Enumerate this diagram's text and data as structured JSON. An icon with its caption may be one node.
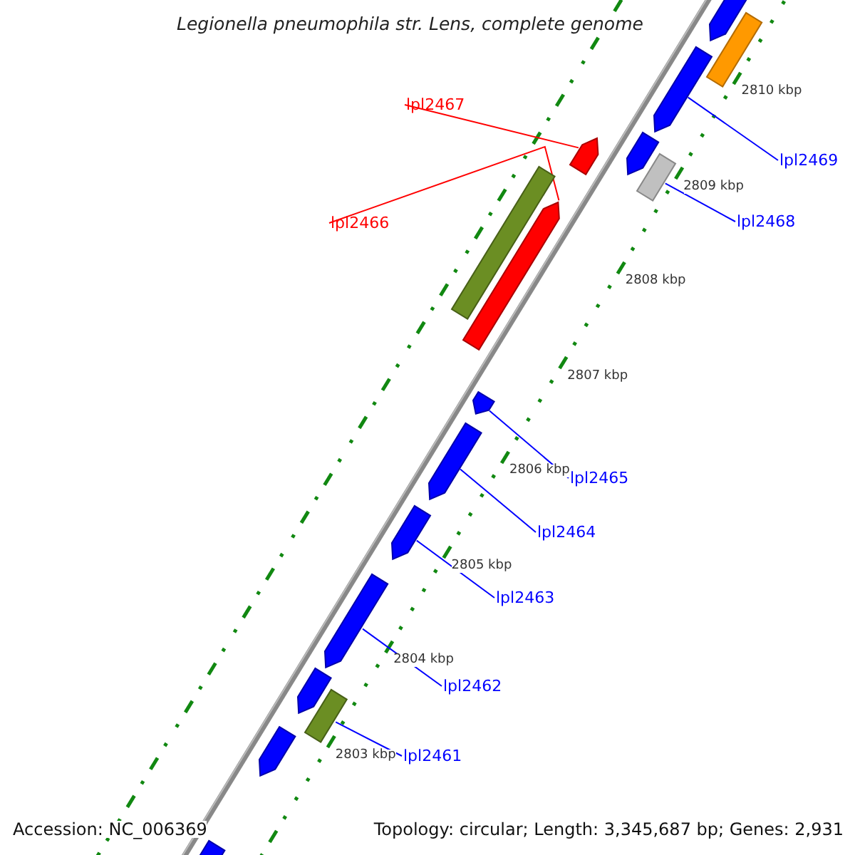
{
  "diagram": {
    "title": "Legionella pneumophila str. Lens, complete genome",
    "nodes": [
      {
        "text": [
          "lpl2467"
        ]
      },
      {
        "text": [
          "lpl2469"
        ]
      },
      {
        "text": [
          "lpl2468"
        ]
      },
      {
        "text": [
          "lpl2466"
        ]
      },
      {
        "text": [
          "lpl2465"
        ]
      },
      {
        "text": [
          "lpl2464"
        ]
      },
      {
        "text": [
          "lpl2463"
        ]
      },
      {
        "text": [
          "lpl2462"
        ]
      },
      {
        "text": [
          "lpl2461"
        ]
      },
      {
        "text": [],
        "shape": "pentagon"
      },
      {
        "text": [],
        "shape": "bar"
      },
      {
        "text": [],
        "shape": "pentagon"
      },
      {
        "text": [],
        "shape": "pentagon"
      },
      {
        "text": [],
        "shape": "bar"
      },
      {
        "text": [],
        "shape": "pentagon"
      },
      {
        "text": [],
        "shape": "bar"
      },
      {
        "text": [],
        "shape": "pentagon"
      },
      {
        "text": [],
        "shape": "pentagon"
      },
      {
        "text": [],
        "shape": "pentagon"
      },
      {
        "text": [],
        "shape": "pentagon"
      },
      {
        "text": [],
        "shape": "pentagon"
      },
      {
        "text": [],
        "shape": "pentagon"
      },
      {
        "text": [],
        "shape": "bar"
      },
      {
        "text": [],
        "shape": "pentagon"
      },
      {
        "text": [],
        "shape": "pentagon"
      }
    ],
    "edges": [
      {
        "from": 0,
        "to": 14,
        "arrow": "none",
        "color": "#ff0000"
      },
      {
        "from": 1,
        "to": 11,
        "arrow": "none"
      },
      {
        "from": 2,
        "to": 13,
        "arrow": "none"
      },
      {
        "from": 3,
        "to": 16,
        "arrow": "none",
        "color": "#ff0000"
      },
      {
        "from": 4,
        "to": 17,
        "arrow": "none"
      },
      {
        "from": 5,
        "to": 18,
        "arrow": "none"
      },
      {
        "from": 6,
        "to": 19,
        "arrow": "none"
      },
      {
        "from": 7,
        "to": 20,
        "arrow": "none"
      },
      {
        "from": 8,
        "to": 22,
        "arrow": "none"
      }
    ],
    "labels": [
      "2810 kbp",
      "2809 kbp",
      "2808 kbp",
      "2807 kbp",
      "2806 kbp",
      "2805 kbp",
      "2804 kbp",
      "2803 kbp",
      "Accession: NC_006369",
      "Topology: circular; Length: 3,345,687 bp; Genes: 2,931"
    ]
  }
}
